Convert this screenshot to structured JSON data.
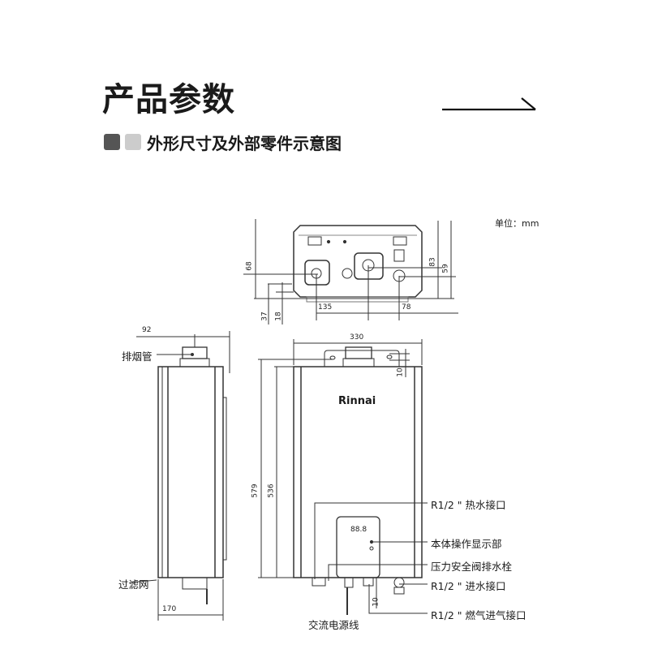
{
  "header": {
    "title": "产品参数",
    "subtitle": "外形尺寸及外部零件示意图"
  },
  "colors": {
    "square_dark": "#555555",
    "square_light": "#cccccc",
    "line": "#333333"
  },
  "unit_label": "单位：mm",
  "brand": "Rinnai",
  "display_readout": "88.8",
  "dimensions": {
    "top_view": {
      "d68": "68",
      "d37": "37",
      "d18": "18",
      "d135": "135",
      "d78": "78",
      "d83": "83",
      "d59": "59"
    },
    "front_view": {
      "width": "330",
      "height_total": "579",
      "height_body": "536",
      "top_offset": "10",
      "bottom_offset": "10"
    },
    "side_view": {
      "flue_offset": "92",
      "depth": "170"
    }
  },
  "callouts": {
    "flue": "排烟管",
    "filter": "过滤网",
    "power_cord": "交流电源线",
    "hot_water": "R1/2 \" 热水接口",
    "display": "本体操作显示部",
    "relief_valve": "压力安全阀排水栓",
    "water_inlet": "R1/2 \" 进水接口",
    "gas_inlet": "R1/2 \" 燃气进气接口"
  }
}
